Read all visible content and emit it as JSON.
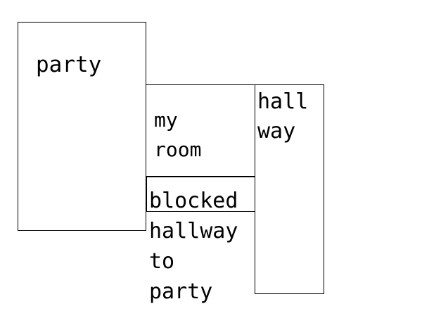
{
  "diagram": {
    "rooms": {
      "party": {
        "label": "party"
      },
      "my_room": {
        "lines": [
          "my",
          "room"
        ]
      },
      "hallway": {
        "lines": [
          "hall",
          "way"
        ]
      },
      "blocked_hallway": {
        "lines": [
          "blocked",
          "hallway",
          "to",
          "party"
        ]
      }
    },
    "colors": {
      "stroke": "#000000",
      "text": "#000000",
      "background": "#ffffff"
    }
  }
}
